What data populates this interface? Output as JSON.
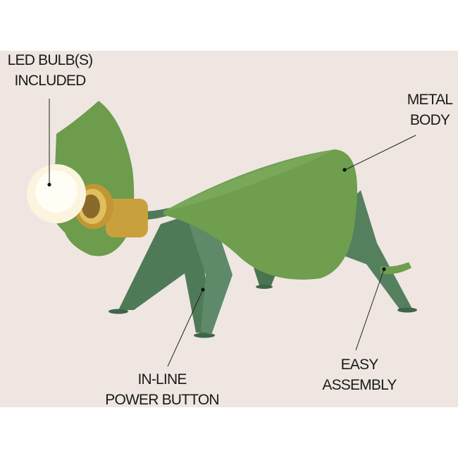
{
  "callouts": {
    "bulb": {
      "line1": "LED BULB(S)",
      "line2": "INCLUDED"
    },
    "body": {
      "line1": "METAL",
      "line2": "BODY"
    },
    "button": {
      "line1": "IN-LINE",
      "line2": "POWER BUTTON"
    },
    "assembly": {
      "line1": "EASY",
      "line2": "ASSEMBLY"
    }
  },
  "colors": {
    "background": "#efe6e2",
    "shade_green": "#6f9e4f",
    "leg_green": "#4f7a58",
    "brass": "#c9a13c",
    "text": "#1a1a1a"
  }
}
